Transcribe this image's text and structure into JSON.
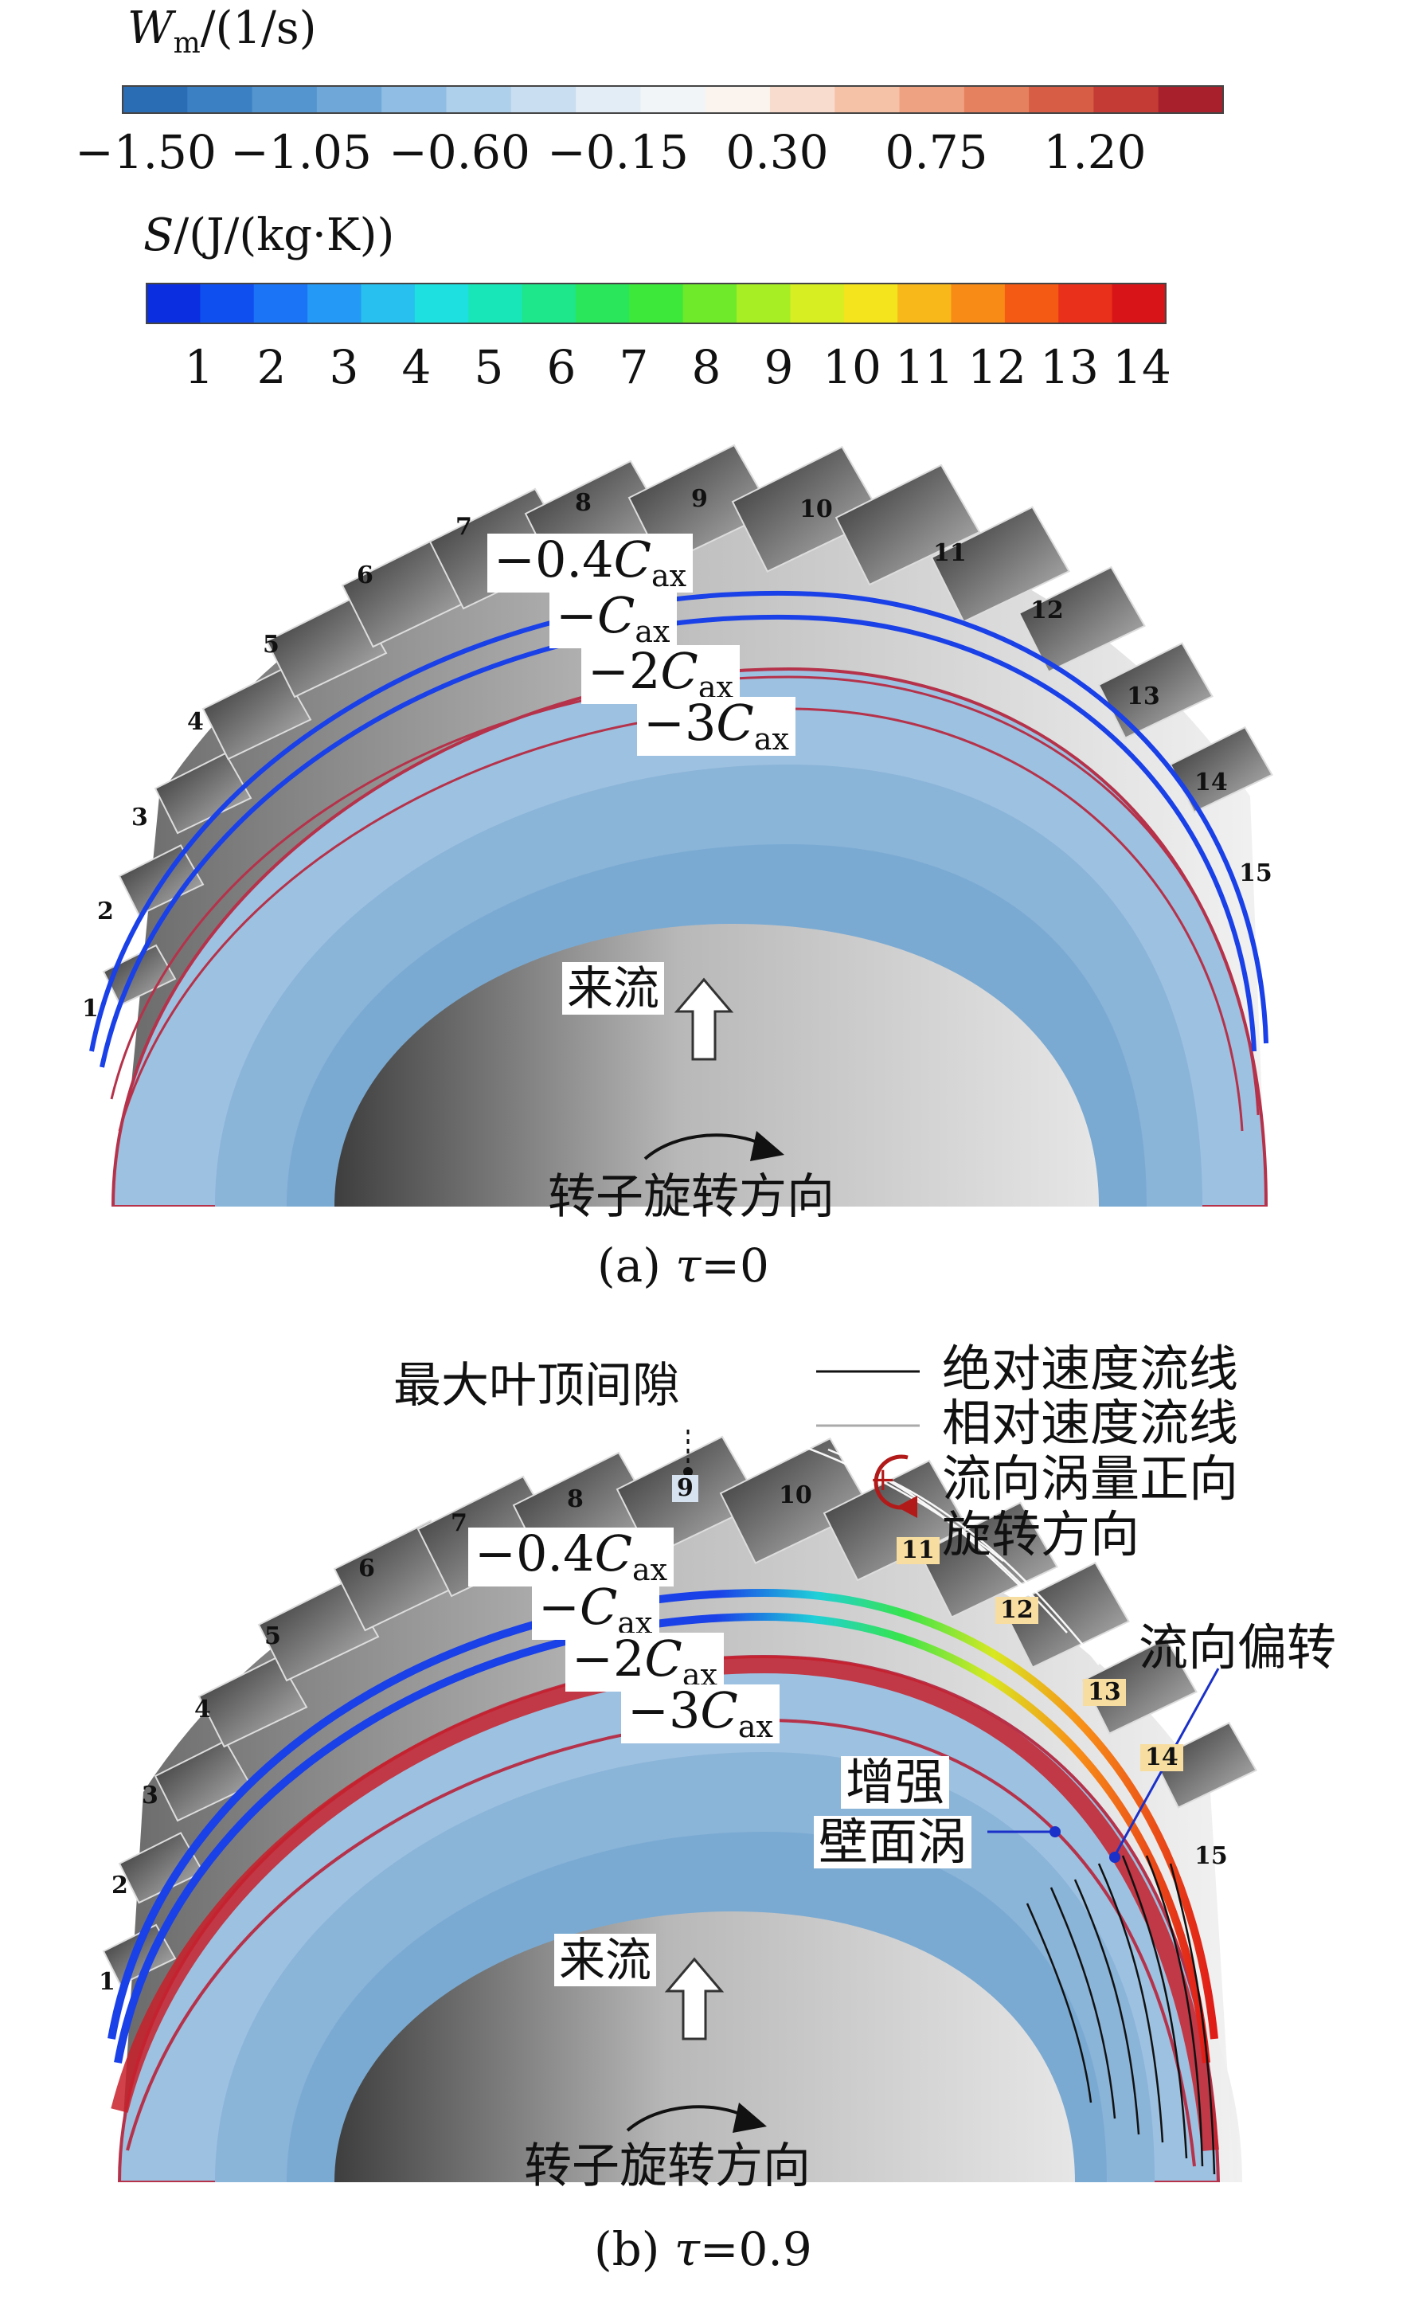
{
  "colorbar_wm": {
    "title_var": "W",
    "title_sub": "m",
    "title_unit": "/(1/s)",
    "ticks": [
      "−1.50",
      "−1.05",
      "−0.60",
      "−0.15",
      "0.30",
      "0.75",
      "1.20"
    ],
    "colors": [
      "#2a6db5",
      "#3a80c2",
      "#5595cf",
      "#6fa8d8",
      "#8fbde3",
      "#aed0ea",
      "#c9def0",
      "#e2edf6",
      "#f1f5f8",
      "#fbf3ee",
      "#f8dccd",
      "#f5c2a8",
      "#efa282",
      "#e6815f",
      "#d85d45",
      "#c43a34",
      "#a8202b"
    ]
  },
  "colorbar_s": {
    "title_var": "S",
    "title_unit": "/(J/(kg·K))",
    "ticks": [
      "1",
      "2",
      "3",
      "4",
      "5",
      "6",
      "7",
      "8",
      "9",
      "10",
      "11",
      "12",
      "13",
      "14"
    ],
    "colors": [
      "#0a2ee0",
      "#0f4ff0",
      "#1a74f5",
      "#2499f5",
      "#27c0ef",
      "#1fe0e0",
      "#19e6b8",
      "#1ee68a",
      "#2ae65a",
      "#3ee83a",
      "#6eea2a",
      "#a8ee24",
      "#d6ee22",
      "#f4e41e",
      "#f8b81a",
      "#f88a16",
      "#f45a14",
      "#e8301a",
      "#d81418"
    ]
  },
  "panel_a": {
    "blades": [
      "1",
      "2",
      "3",
      "4",
      "5",
      "6",
      "7",
      "8",
      "9",
      "10",
      "11",
      "12",
      "13",
      "14",
      "15"
    ],
    "planes": [
      {
        "coef": "−0.4",
        "var": "C",
        "sub": "ax"
      },
      {
        "coef": "−",
        "var": "C",
        "sub": "ax"
      },
      {
        "coef": "−2",
        "var": "C",
        "sub": "ax"
      },
      {
        "coef": "−3",
        "var": "C",
        "sub": "ax"
      }
    ],
    "inflow_label": "来流",
    "rotation_label": "转子旋转方向",
    "caption_prefix": "(a) ",
    "caption_var": "τ",
    "caption_value": "=0"
  },
  "panel_b": {
    "blades": [
      "1",
      "2",
      "3",
      "4",
      "5",
      "6",
      "7",
      "8",
      "9",
      "10",
      "11",
      "12",
      "13",
      "14",
      "15"
    ],
    "highlighted_blades": [
      "11",
      "12",
      "13",
      "14"
    ],
    "max_clearance_blade": "9",
    "planes": [
      {
        "coef": "−0.4",
        "var": "C",
        "sub": "ax"
      },
      {
        "coef": "−",
        "var": "C",
        "sub": "ax"
      },
      {
        "coef": "−2",
        "var": "C",
        "sub": "ax"
      },
      {
        "coef": "−3",
        "var": "C",
        "sub": "ax"
      }
    ],
    "max_tip_clearance_label": "最大叶顶间隙",
    "legend": {
      "abs_streamline": "绝对速度流线",
      "rel_streamline": "相对速度流线",
      "vorticity_positive": "流向涡量正向",
      "rotation": "旋转方向",
      "plus_symbol": "+"
    },
    "streamwise_deflection": "流向偏转",
    "enhanced_wall_vortex_line1": "增强",
    "enhanced_wall_vortex_line2": "壁面涡",
    "inflow_label": "来流",
    "rotation_label": "转子旋转方向",
    "caption_prefix": "(b) ",
    "caption_var": "τ",
    "caption_value": "=0.9"
  }
}
